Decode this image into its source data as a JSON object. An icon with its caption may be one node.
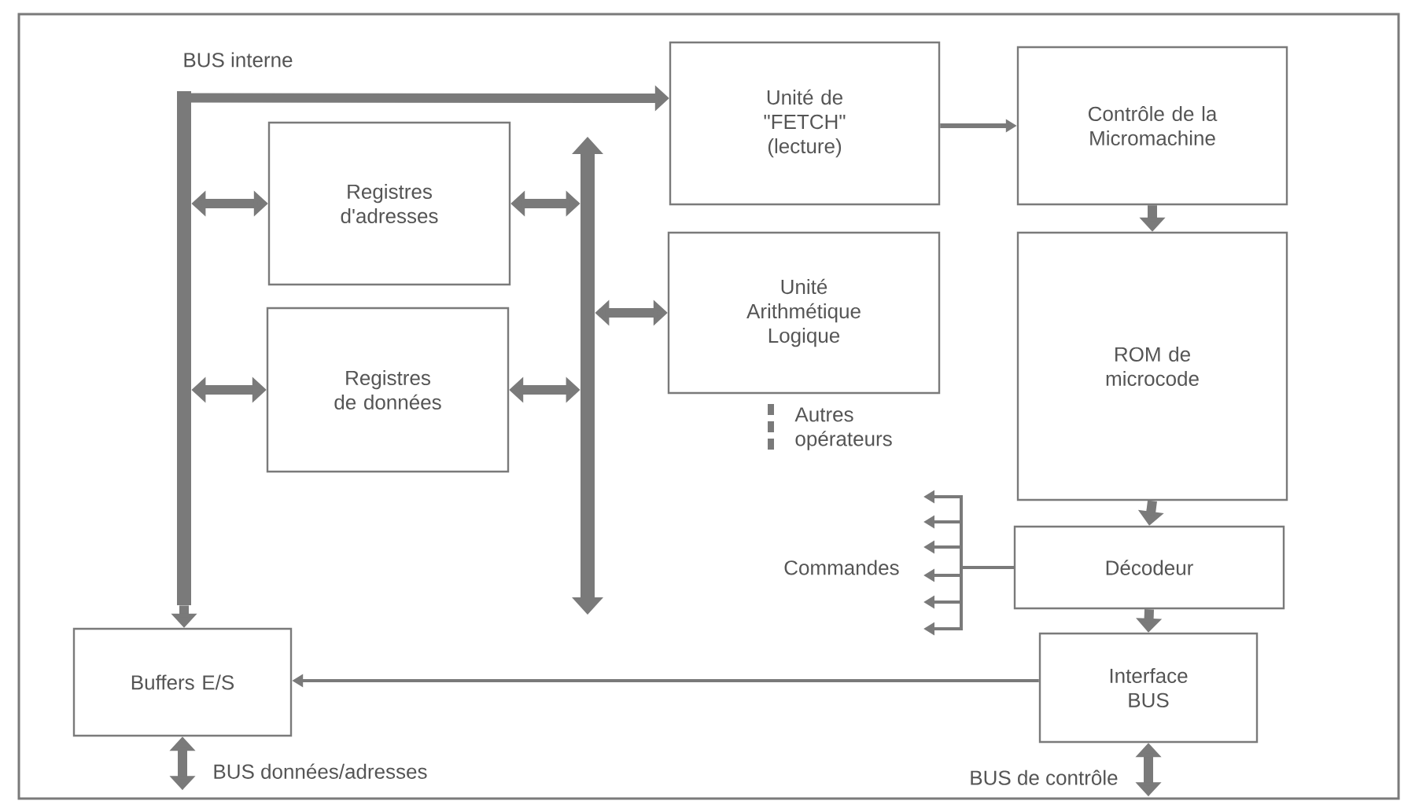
{
  "diagram": {
    "nodes": [
      {
        "text": [
          "Unité de \"FETCH\" (lecture)"
        ]
      },
      {
        "text": [
          "Contrôle de la Micromachine"
        ]
      },
      {
        "text": [
          "Registres d'adresses"
        ]
      },
      {
        "text": [
          "Unité Arithmétique Logique"
        ]
      },
      {
        "text": [
          "Registres de données"
        ]
      },
      {
        "text": [
          "ROM de microcode"
        ]
      },
      {
        "text": [
          "Décodeur"
        ]
      },
      {
        "text": [
          "Buffers E/S"
        ]
      },
      {
        "text": [
          "Interface BUS"
        ]
      },
      {
        "text": [],
        "shape": "bar"
      },
      {
        "text": [],
        "shape": "bar"
      }
    ],
    "edges": [
      {
        "from": 9,
        "to": 0,
        "arrow": "to"
      },
      {
        "from": 9,
        "to": 7,
        "arrow": "to"
      },
      {
        "from": 9,
        "to": 2,
        "arrow": "both"
      },
      {
        "from": 9,
        "to": 4,
        "arrow": "both"
      },
      {
        "from": 2,
        "to": 10,
        "arrow": "both"
      },
      {
        "from": 4,
        "to": 10,
        "arrow": "both"
      },
      {
        "from": 10,
        "to": 3,
        "arrow": "both"
      },
      {
        "from": 0,
        "to": 1,
        "arrow": "to"
      },
      {
        "from": 1,
        "to": 5,
        "arrow": "to"
      },
      {
        "from": 5,
        "to": 6,
        "arrow": "to"
      },
      {
        "from": 6,
        "to": 8,
        "arrow": "to"
      },
      {
        "from": 8,
        "to": 7,
        "arrow": "to"
      },
      {
        "from": 7,
        "to": null,
        "arrow": "both",
        "label": "BUS données/adresses"
      },
      {
        "from": 8,
        "to": null,
        "arrow": "both",
        "label": "BUS de contrôle"
      },
      {
        "from": 6,
        "to": null,
        "arrow": "to"
      },
      {
        "from": 6,
        "to": null,
        "arrow": "to"
      },
      {
        "from": 6,
        "to": null,
        "arrow": "to"
      },
      {
        "from": 6,
        "to": null,
        "arrow": "to"
      },
      {
        "from": 6,
        "to": null,
        "arrow": "to"
      },
      {
        "from": 6,
        "to": null,
        "arrow": "to"
      }
    ],
    "labels": [
      "BUS interne",
      "Autres opérateurs",
      "Commandes"
    ]
  }
}
